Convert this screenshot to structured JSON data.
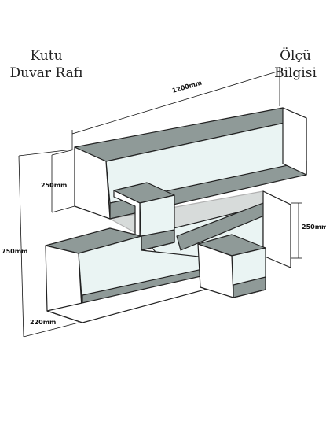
{
  "title_left": {
    "line1": "Kutu",
    "line2": "Duvar Rafı"
  },
  "title_right": {
    "line1": "Ölçü",
    "line2": "Bilgisi"
  },
  "dimensions": {
    "width": "1200mm",
    "total_height": "750mm",
    "upper_box_height": "250mm",
    "right_box_height": "250mm",
    "depth": "220mm"
  },
  "colors": {
    "shelf_top": "#8f9a98",
    "panel_front": "#ffffff",
    "panel_inner": "#eaf4f3",
    "outline": "#222222"
  }
}
